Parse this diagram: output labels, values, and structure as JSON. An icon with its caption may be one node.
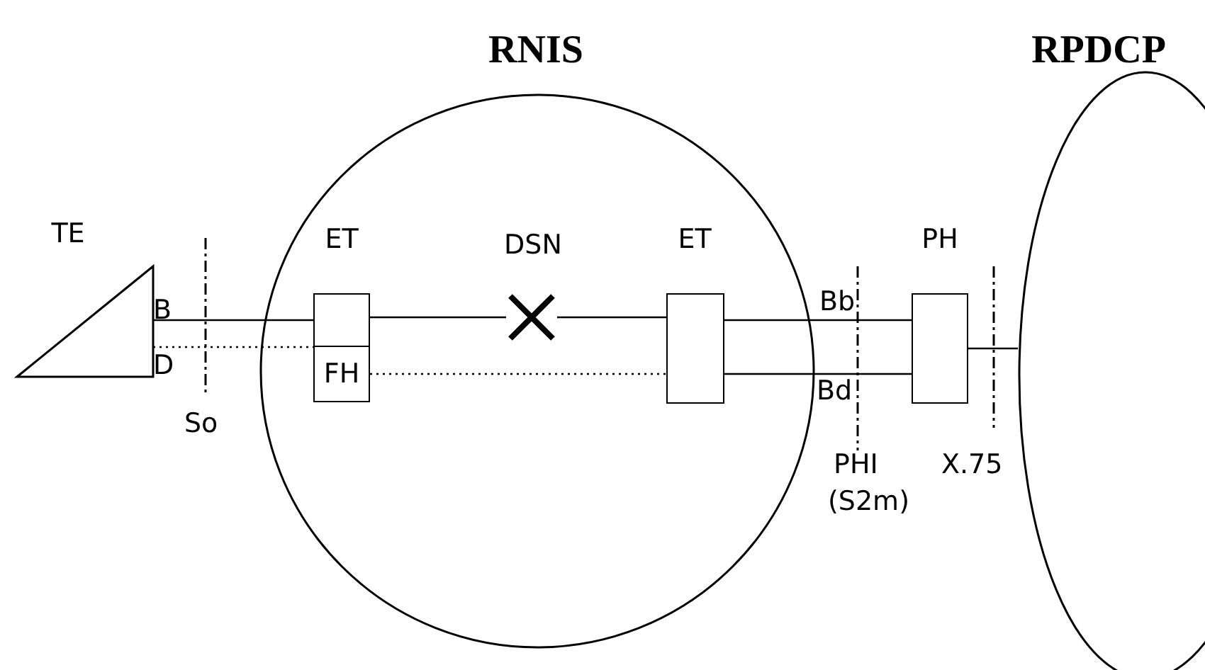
{
  "diagram": {
    "nodes": [
      {
        "text": [
          "RNIS"
        ]
      },
      {
        "text": [
          "RPDCP"
        ]
      },
      {
        "text": [
          "TE"
        ]
      },
      {
        "text": [
          "ET"
        ],
        "in": 0
      },
      {
        "text": [
          "FH"
        ],
        "in": 0
      },
      {
        "text": [
          "DSN"
        ],
        "in": 0
      },
      {
        "text": [
          "ET"
        ],
        "in": 0
      },
      {
        "text": [
          "PH"
        ]
      }
    ],
    "edges": [
      {
        "from": 2,
        "to": 3,
        "arrow": "none"
      },
      {
        "from": 2,
        "to": 4,
        "arrow": "none",
        "style": "dashed"
      },
      {
        "from": 3,
        "to": 5,
        "arrow": "none"
      },
      {
        "from": 5,
        "to": 6,
        "arrow": "none"
      },
      {
        "from": 4,
        "to": 6,
        "arrow": "none",
        "style": "dashed"
      },
      {
        "from": 6,
        "to": 7,
        "arrow": "none"
      },
      {
        "from": 6,
        "to": 7,
        "arrow": "none"
      },
      {
        "from": 7,
        "to": 1,
        "arrow": "none"
      }
    ],
    "labels": [
      "B",
      "D",
      "So",
      "Bb",
      "Bd",
      "PHI",
      "(S2m)",
      "X.75"
    ]
  }
}
